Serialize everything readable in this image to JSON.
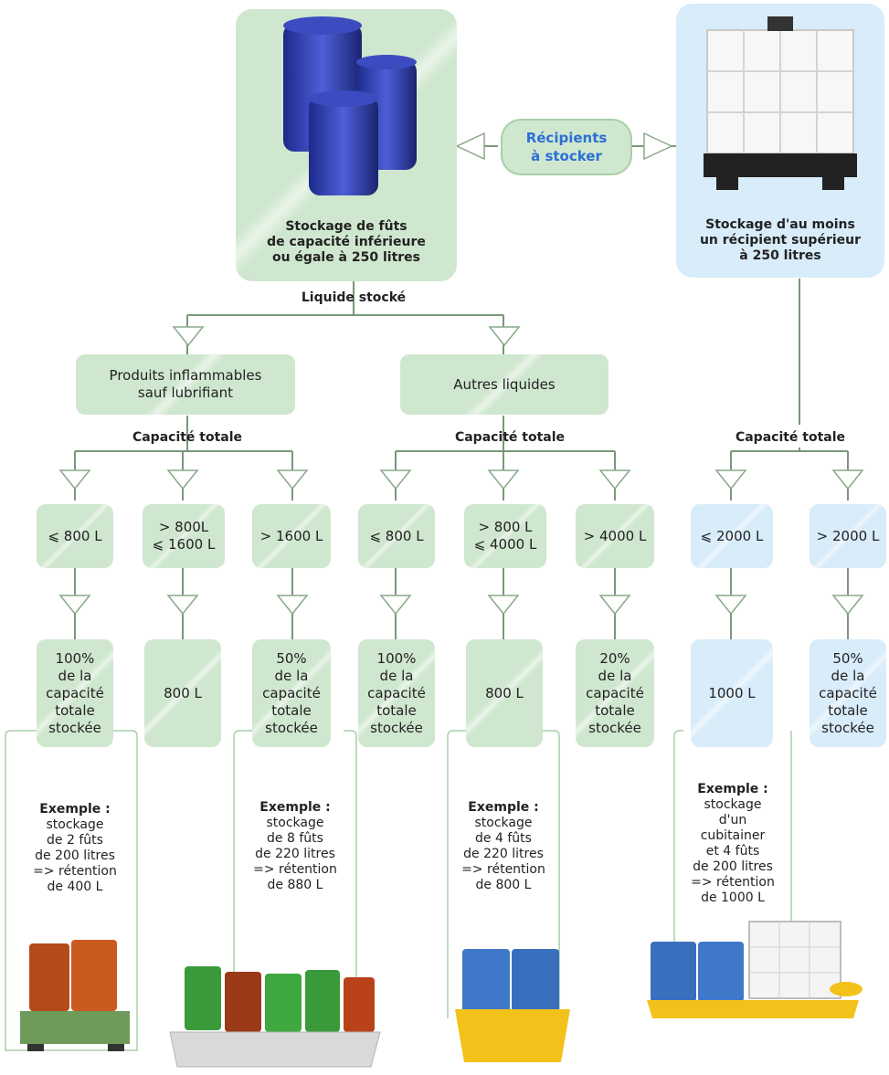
{
  "top": {
    "drums_panel_caption": "Stockage de fûts\nde capacité inférieure\nou égale à 250 litres",
    "ibc_panel_caption": "Stockage d'au moins\nun récipient supérieur\nà 250 litres",
    "center_pill": "Récipients\nà stocker"
  },
  "liquid_label": "Liquide stocké",
  "categories": {
    "flammable": "Produits inflammables\nsauf lubrifiant",
    "other": "Autres liquides"
  },
  "capacity_label": "Capacité totale",
  "thresholds": [
    "⩽ 800 L",
    "> 800L\n⩽ 1600 L",
    "> 1600 L",
    "⩽ 800 L",
    "> 800 L\n⩽ 4000 L",
    "> 4000 L",
    "⩽ 2000 L",
    "> 2000 L"
  ],
  "retention": [
    "100%\nde la\ncapacité\ntotale\nstockée",
    "800 L",
    "50%\nde la\ncapacité\ntotale\nstockée",
    "100%\nde la\ncapacité\ntotale\nstockée",
    "800 L",
    "20%\nde la\ncapacité\ntotale\nstockée",
    "1000 L",
    "50%\nde la\ncapacité\ntotale\nstockée"
  ],
  "examples": [
    {
      "title": "Exemple :",
      "text": "stockage\nde 2 fûts\nde 200 litres\n=> rétention\nde 400 L"
    },
    {
      "title": "Exemple :",
      "text": "stockage\nde 8 fûts\nde 220 litres\n=> rétention\nde 880 L"
    },
    {
      "title": "Exemple :",
      "text": "stockage\nde 4 fûts\nde 220 litres\n=> rétention\nde 800 L"
    },
    {
      "title": "Exemple :",
      "text": "stockage\nd'un\ncubitainer\net 4 fûts\nde 200 litres\n=> rétention\nde 1000 L"
    }
  ],
  "colors": {
    "green": "#cfe7cf",
    "blue": "#d8ecfa",
    "line": "#6e8f6e",
    "pill_text": "#2b6fd6"
  }
}
